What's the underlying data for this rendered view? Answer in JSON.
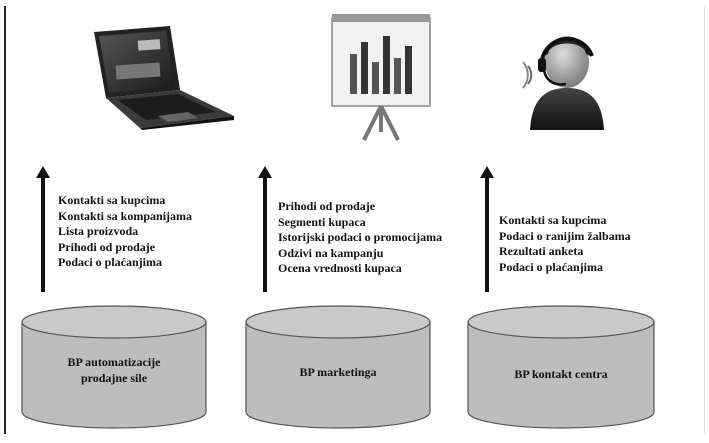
{
  "columns": [
    {
      "icon": "laptop-icon",
      "items": [
        "Kontakti sa kupcima",
        "Kontakti sa kompanijama",
        "Lista proizvoda",
        "Prihodi od prodaje",
        "Podaci o plaćanjima"
      ],
      "database": {
        "line1": "BP automatizacije",
        "line2": "prodajne sile"
      }
    },
    {
      "icon": "presentation-chart-icon",
      "items": [
        "Prihodi od prodaje",
        "Segmenti kupaca",
        "Istorijski podaci o promocijama",
        "Odzivi na kampanju",
        "Ocena vrednosti kupaca"
      ],
      "database": {
        "line1": "BP marketinga",
        "line2": ""
      }
    },
    {
      "icon": "call-center-agent-icon",
      "items": [
        "Kontakti sa kupcima",
        "Podaci o ranijim žalbama",
        "Rezultati anketa",
        "Podaci o plaćanjima"
      ],
      "database": {
        "line1": "BP kontakt centra",
        "line2": ""
      }
    }
  ],
  "colors": {
    "cylinder_fill": "#bdbdbd",
    "cylinder_top": "#c9c9c9",
    "ink": "#111111"
  }
}
